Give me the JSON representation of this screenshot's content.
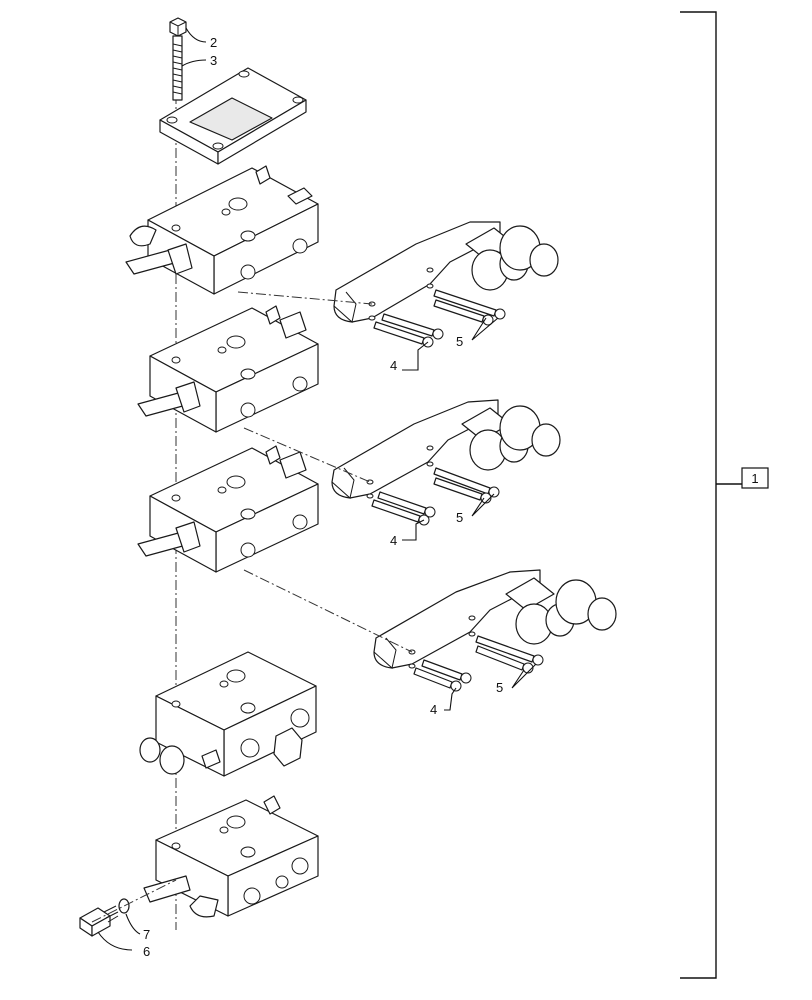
{
  "diagram": {
    "assembly_ref": "1",
    "callouts": {
      "nut": "2",
      "tie_rod": "3",
      "screw_short": "4",
      "screw_long": "5",
      "adapter": "6",
      "seal": "7"
    }
  }
}
